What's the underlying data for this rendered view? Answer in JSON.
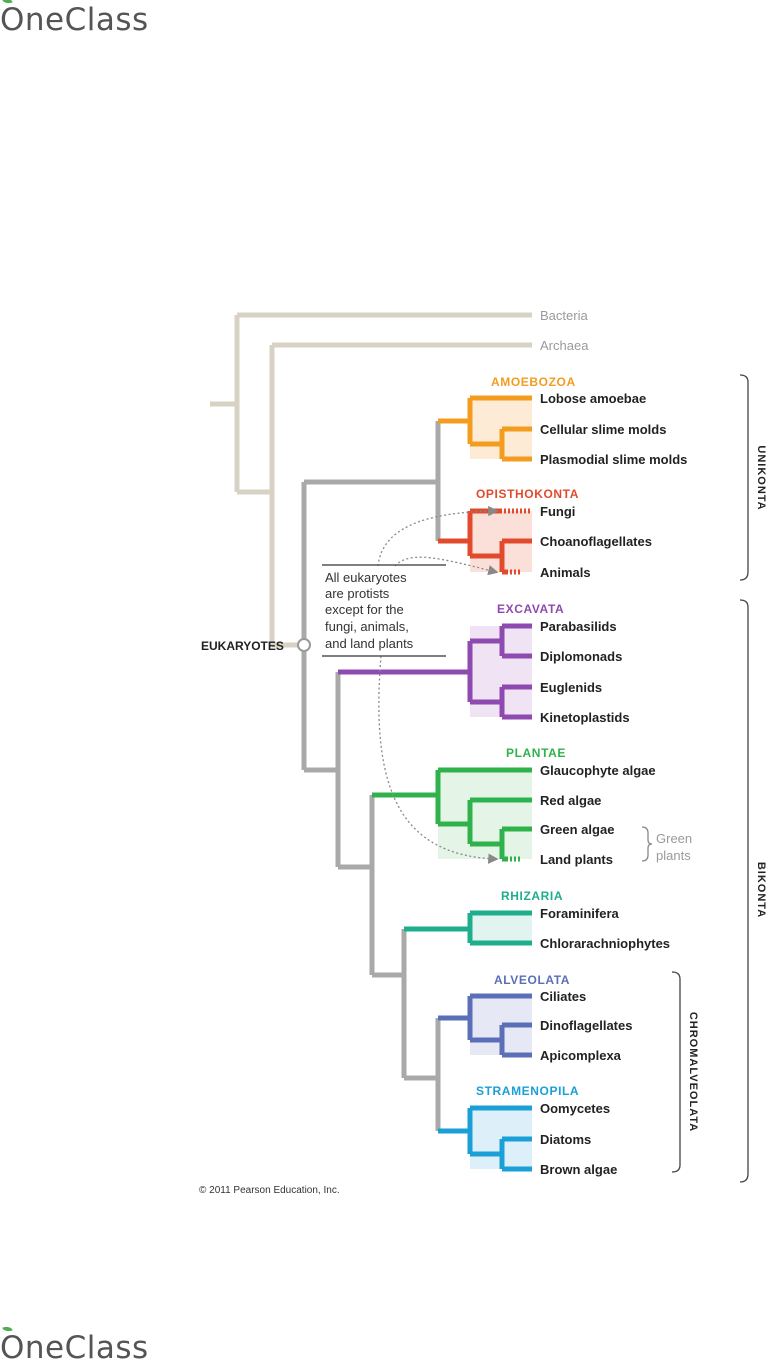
{
  "brand": {
    "name_rest": "neClass",
    "name_first": "O",
    "icon": "leaf-icon"
  },
  "diagram": {
    "outgroups": [
      {
        "id": "bacteria",
        "label": "Bacteria"
      },
      {
        "id": "archaea",
        "label": "Archaea"
      }
    ],
    "root_label": "EUKARYOTES",
    "note_lines": [
      "All eukaryotes",
      "are protists",
      "except for the",
      "fungi, animals,",
      "and land plants"
    ],
    "supergroups": [
      {
        "id": "unikonta",
        "label": "UNIKONTA"
      },
      {
        "id": "bikonta",
        "label": "BIKONTA"
      },
      {
        "id": "chromalveolata",
        "label": "CHROMALVEOLATA"
      }
    ],
    "groups": [
      {
        "id": "amoebozoa",
        "label": "AMOEBOZOA",
        "color": "#f39c1f",
        "taxa": [
          "Lobose amoebae",
          "Cellular slime molds",
          "Plasmodial slime molds"
        ]
      },
      {
        "id": "opisthokonta",
        "label": "OPISTHOKONTA",
        "color": "#e24a2e",
        "taxa": [
          "Fungi",
          "Choanoflagellates",
          "Animals"
        ]
      },
      {
        "id": "excavata",
        "label": "EXCAVATA",
        "color": "#8e4ab0",
        "taxa": [
          "Parabasilids",
          "Diplomonads",
          "Euglenids",
          "Kinetoplastids"
        ]
      },
      {
        "id": "plantae",
        "label": "PLANTAE",
        "color": "#2fb24b",
        "taxa": [
          "Glaucophyte algae",
          "Red algae",
          "Green algae",
          "Land plants"
        ]
      },
      {
        "id": "rhizaria",
        "label": "RHIZARIA",
        "color": "#1fae8c",
        "taxa": [
          "Foraminifera",
          "Chlorarachniophytes"
        ]
      },
      {
        "id": "alveolata",
        "label": "ALVEOLATA",
        "color": "#5b6fb8",
        "taxa": [
          "Ciliates",
          "Dinoflagellates",
          "Apicomplexa"
        ]
      },
      {
        "id": "stramenopila",
        "label": "STRAMENOPILA",
        "color": "#1a9fd6",
        "taxa": [
          "Oomycetes",
          "Diatoms",
          "Brown algae"
        ]
      }
    ],
    "green_plants_label": [
      "Green",
      "plants"
    ],
    "copyright": "© 2011 Pearson Education, Inc."
  }
}
